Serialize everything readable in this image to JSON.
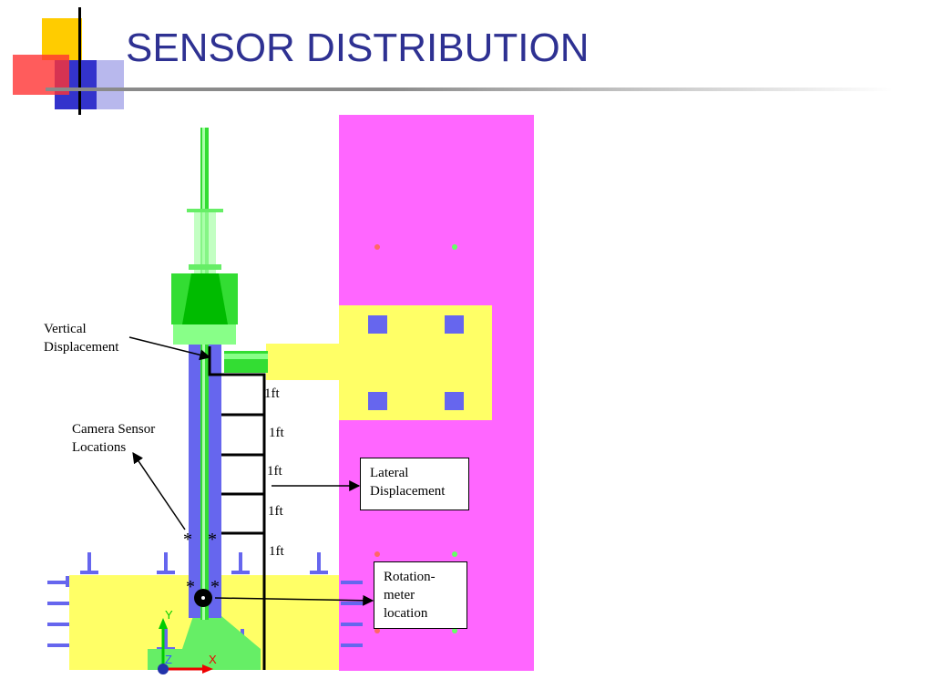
{
  "slide": {
    "title": "SENSOR DISTRIBUTION"
  },
  "labels": {
    "vertical_line1": "Vertical",
    "vertical_line2": "Displacement",
    "camera_line1": "Camera Sensor",
    "camera_line2": "Locations",
    "lateral_line1": "Lateral",
    "lateral_line2": "Displacement",
    "rotation_line1": "Rotation-",
    "rotation_line2": "meter",
    "rotation_line3": "location"
  },
  "spacings": [
    "1ft",
    "1ft",
    "1ft",
    "1ft",
    "1ft"
  ],
  "markers": {
    "star": "*"
  },
  "axes": {
    "x": "X",
    "y": "Y",
    "z": "Z"
  },
  "colors": {
    "title": "#2e3192",
    "magenta": "#ff66ff",
    "yellow": "#ffff66",
    "green": "#00cc00",
    "blue": "#6666ee"
  }
}
